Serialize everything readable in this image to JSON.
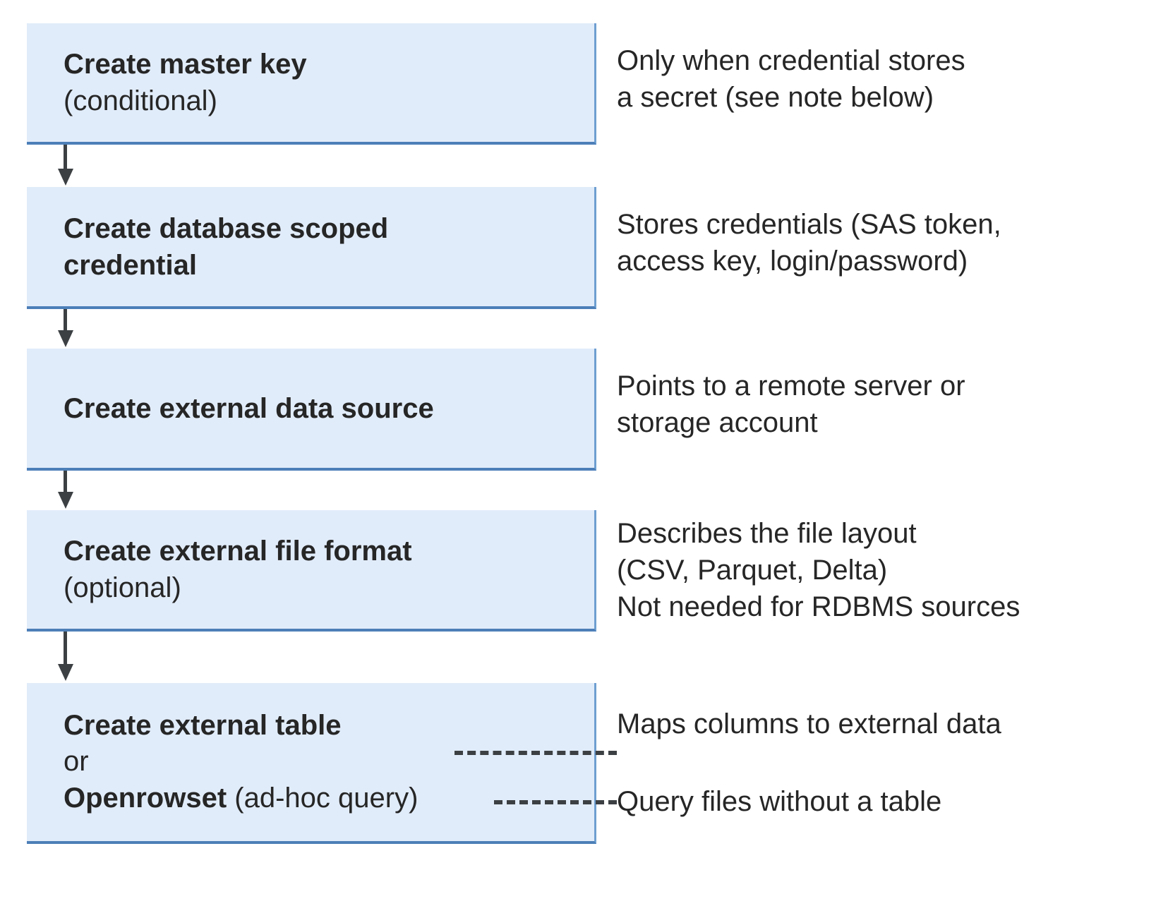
{
  "diagram": {
    "title": "External data access setup sequence",
    "colors": {
      "box_fill": "#e1ecfa",
      "box_border_bottom": "#4c7fb8",
      "box_border_right": "#6e9fd1",
      "arrow": "#3c4043",
      "text": "#262626",
      "background": "#ffffff"
    },
    "steps": [
      {
        "id": "master-key",
        "title": "Create master key",
        "subtitle": "(conditional)",
        "note_lines": [
          "Only when credential stores",
          "a secret (see note below)"
        ]
      },
      {
        "id": "scoped-credential",
        "title_line_1": "Create database scoped",
        "title_line_2": "credential",
        "note_lines": [
          "Stores credentials (SAS token,",
          "access key, login/password)"
        ]
      },
      {
        "id": "data-source",
        "title": "Create external data source",
        "note_lines": [
          "Points to a remote server or",
          "storage account"
        ]
      },
      {
        "id": "file-format",
        "title": "Create external file format",
        "subtitle": "(optional)",
        "note_lines": [
          "Describes the file layout",
          "(CSV, Parquet, Delta)",
          "Not needed for RDBMS sources"
        ]
      },
      {
        "id": "external-table",
        "title": "Create external table",
        "separator": "or",
        "alt_title": "Openrowset",
        "alt_suffix": " (ad-hoc query)",
        "note_external_table": "Maps columns to external data",
        "note_openrowset": "Query files without a table"
      }
    ]
  }
}
